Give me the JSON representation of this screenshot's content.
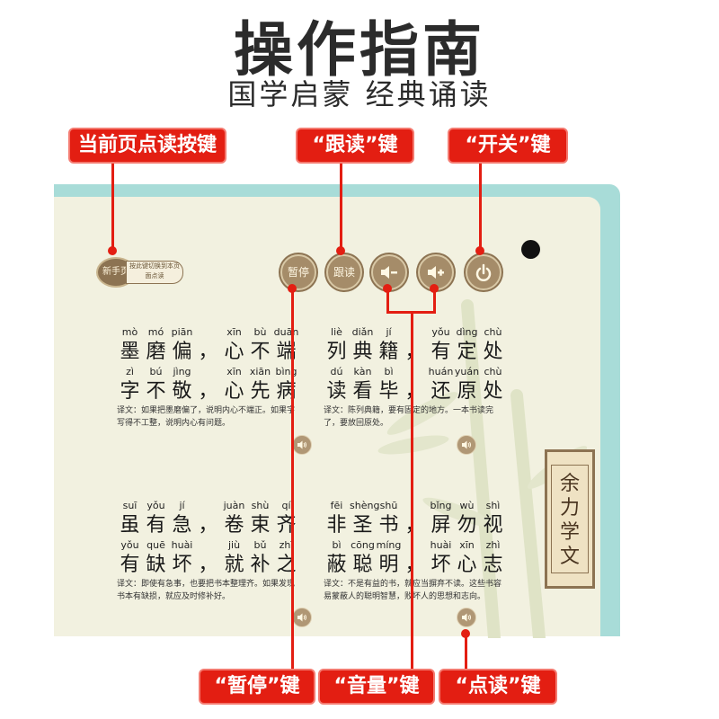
{
  "header": {
    "title": "操作指南",
    "subtitle": "国学启蒙 经典诵读"
  },
  "callouts": {
    "page_button": "当前页点读按键",
    "follow_read": "“跟读”键",
    "power": "“开关”键",
    "pause": "“暂停”键",
    "volume": "“音量”键",
    "point_read": "“点读”键"
  },
  "book": {
    "newbie_badge": "新手页",
    "newbie_tip": "按此键切换到本页面点读",
    "buttons": {
      "pause": "暂停",
      "follow": "跟读"
    },
    "seal": "余力学文",
    "poems": [
      {
        "line1": {
          "pinyin": [
            "mò",
            "mó",
            "piān",
            "",
            "xīn",
            "bù",
            "duān"
          ],
          "hanzi": [
            "墨",
            "磨",
            "偏",
            "，",
            "心",
            "不",
            "端"
          ]
        },
        "line2": {
          "pinyin": [
            "zì",
            "bú",
            "jìng",
            "",
            "xīn",
            "xiān",
            "bìng"
          ],
          "hanzi": [
            "字",
            "不",
            "敬",
            "，",
            "心",
            "先",
            "病"
          ]
        },
        "translation": "译文：如果把墨磨偏了，说明内心不端正。如果字写得不工整，说明内心有问题。"
      },
      {
        "line1": {
          "pinyin": [
            "liè",
            "diǎn",
            "jí",
            "",
            "yǒu",
            "dìng",
            "chù"
          ],
          "hanzi": [
            "列",
            "典",
            "籍",
            "，",
            "有",
            "定",
            "处"
          ]
        },
        "line2": {
          "pinyin": [
            "dú",
            "kàn",
            "bì",
            "",
            "huán",
            "yuán",
            "chù"
          ],
          "hanzi": [
            "读",
            "看",
            "毕",
            "，",
            "还",
            "原",
            "处"
          ]
        },
        "translation": "译文：陈列典籍，要有固定的地方。一本书读完了，要放回原处。"
      },
      {
        "line1": {
          "pinyin": [
            "suī",
            "yǒu",
            "jí",
            "",
            "juàn",
            "shù",
            "qí"
          ],
          "hanzi": [
            "虽",
            "有",
            "急",
            "，",
            "卷",
            "束",
            "齐"
          ]
        },
        "line2": {
          "pinyin": [
            "yǒu",
            "quē",
            "huài",
            "",
            "jiù",
            "bǔ",
            "zhī"
          ],
          "hanzi": [
            "有",
            "缺",
            "坏",
            "，",
            "就",
            "补",
            "之"
          ]
        },
        "translation": "译文：即使有急事，也要把书本整理齐。如果发现书本有缺损，就应及时修补好。"
      },
      {
        "line1": {
          "pinyin": [
            "fēi",
            "shèng",
            "shū",
            "",
            "bǐng",
            "wù",
            "shì"
          ],
          "hanzi": [
            "非",
            "圣",
            "书",
            "，",
            "屏",
            "勿",
            "视"
          ]
        },
        "line2": {
          "pinyin": [
            "bì",
            "cōng",
            "míng",
            "",
            "huài",
            "xīn",
            "zhì"
          ],
          "hanzi": [
            "蔽",
            "聪",
            "明",
            "，",
            "坏",
            "心",
            "志"
          ]
        },
        "translation": "译文：不是有益的书，就应当摒弃不读。这些书容易蒙蔽人的聪明智慧，败坏人的思想和志向。"
      }
    ]
  },
  "colors": {
    "callout_red": "#e31e12",
    "button_brown": "#a58c69",
    "page_bg": "#f2f1e0",
    "book_edge": "#a8dcd8"
  }
}
